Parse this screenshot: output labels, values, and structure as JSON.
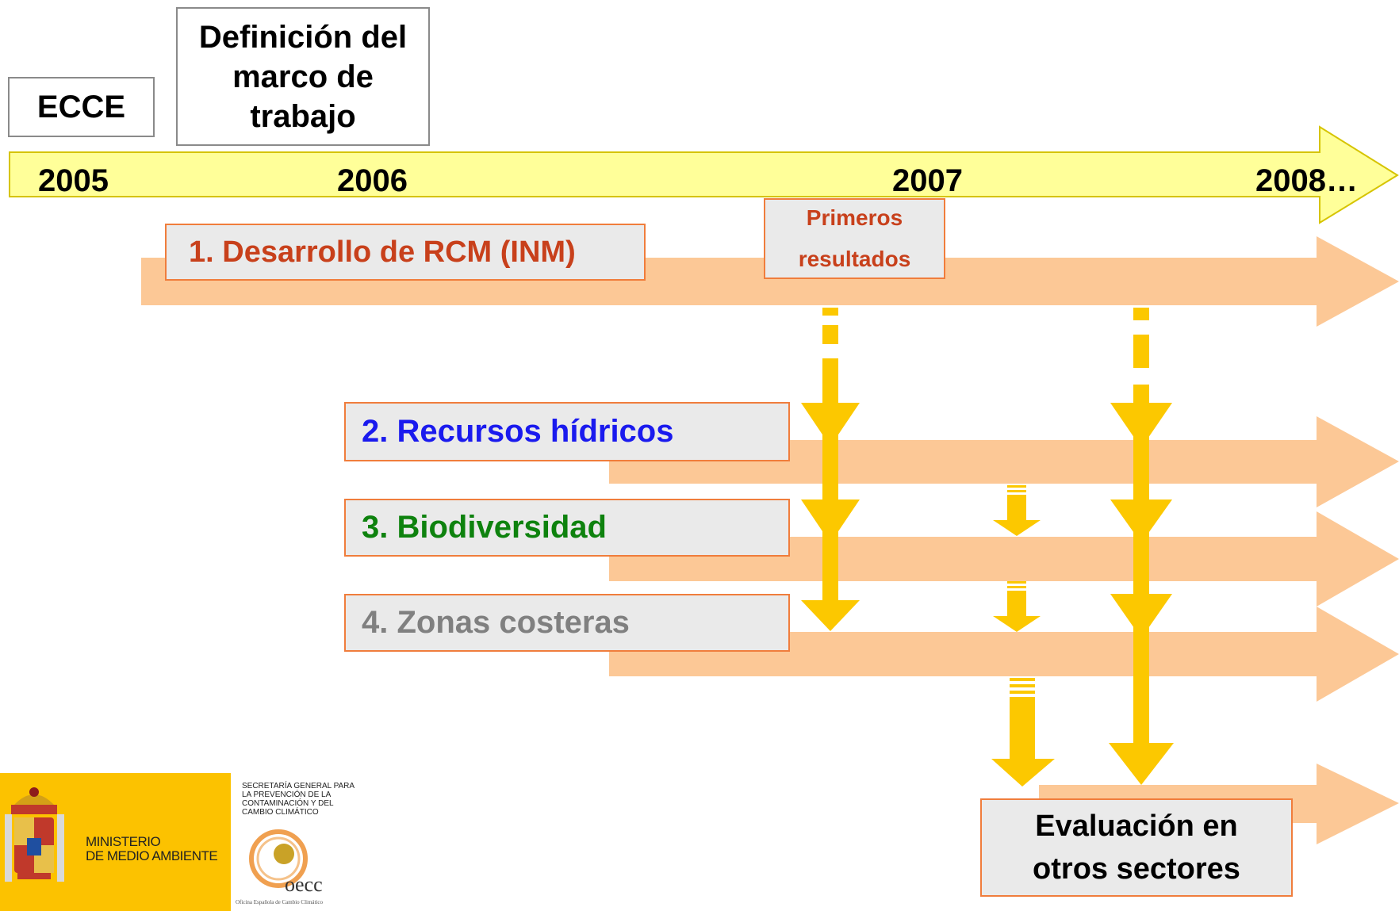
{
  "header": {
    "ecce": "ECCE",
    "definicion": "Definición del marco de trabajo"
  },
  "timeline": {
    "years": [
      "2005",
      "2006",
      "2007",
      "2008…"
    ]
  },
  "rows": {
    "rcm": {
      "label": "1. Desarrollo de RCM (INM)",
      "color": "#c8401b"
    },
    "primeros": {
      "label": "Primeros resultados",
      "color": "#c8401b"
    },
    "recursos": {
      "label": "2. Recursos hídricos",
      "color": "#1a1aee"
    },
    "biodiversidad": {
      "label": "3. Biodiversidad",
      "color": "#0e820e"
    },
    "zonas": {
      "label": "4. Zonas costeras",
      "color": "#808080"
    },
    "evaluacion": {
      "label": "Evaluación en otros sectores",
      "color": "#000000"
    }
  },
  "colors": {
    "timeline_fill": "#ffff99",
    "timeline_stroke": "#d6c400",
    "band_arrow": "#fcc896",
    "flow_arrow": "#fcc800",
    "box_border": "#f07d3c",
    "box_fill": "#eaeaea"
  },
  "logos": {
    "ministerio_line1": "MINISTERIO",
    "ministerio_line2": "DE MEDIO AMBIENTE",
    "secretaria_l1": "SECRETARÍA GENERAL PARA",
    "secretaria_l2": "LA PREVENCIÓN DE LA",
    "secretaria_l3": "CONTAMINACIÓN Y DEL",
    "secretaria_l4": "CAMBIO CLIMÁTICO",
    "oecc": "oecc",
    "oecc_full": "Oficina Española de Cambio Climático"
  }
}
